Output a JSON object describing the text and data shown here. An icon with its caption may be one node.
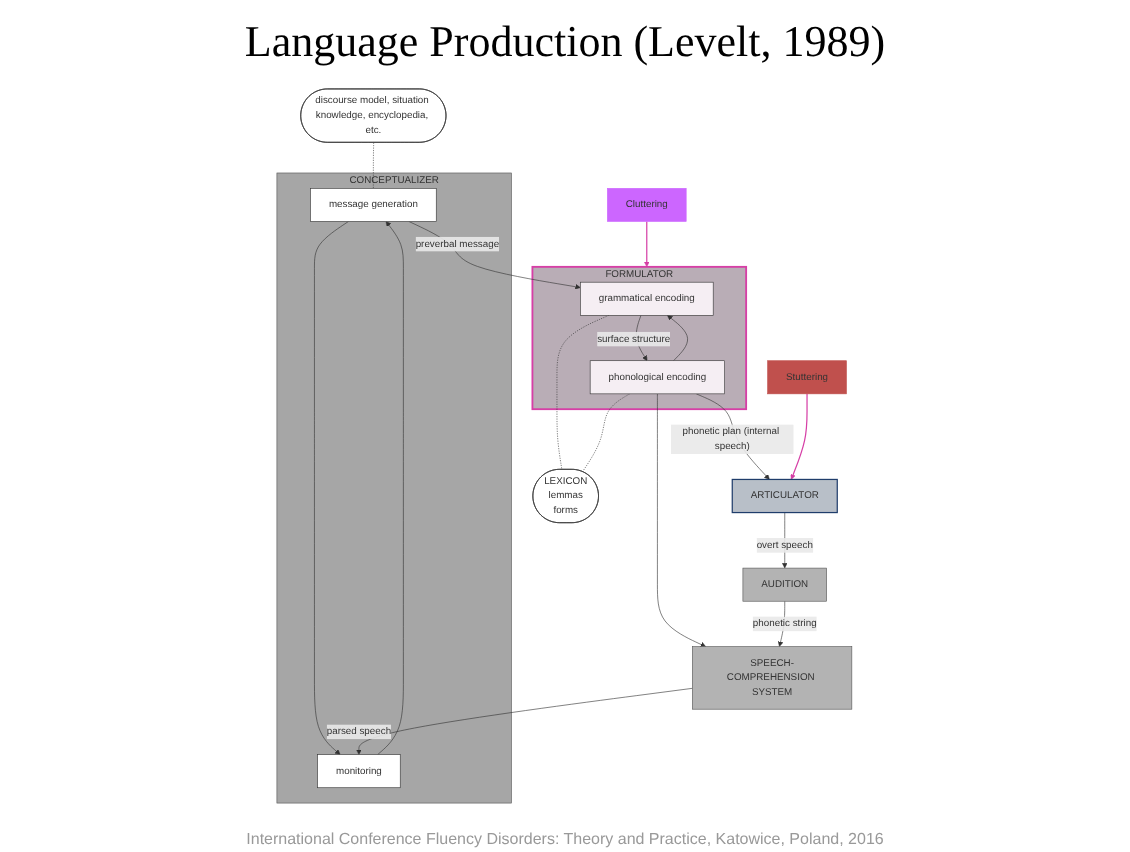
{
  "diagram": {
    "title": "Language Production (Levelt, 1989)",
    "caption": "International Conference Fluency Disorders: Theory and Practice, Katowice, Poland, 2016",
    "nodes": [
      {
        "text": [
          "CONCEPTUALIZER"
        ]
      },
      {
        "text": [
          "message generation"
        ],
        "in": 0
      },
      {
        "text": [
          "monitoring"
        ],
        "in": 0
      },
      {
        "text": [
          "discourse model, situation knowledge, encyclopedia, etc."
        ]
      },
      {
        "text": [
          "FORMULATOR"
        ]
      },
      {
        "text": [
          "grammatical encoding"
        ],
        "in": 4
      },
      {
        "text": [
          "phonological encoding"
        ],
        "in": 4
      },
      {
        "text": [
          "LEXICON",
          "lemmas",
          "forms"
        ]
      },
      {
        "text": [
          "SPEECH-COMPREHENSION SYSTEM"
        ]
      },
      {
        "text": [
          "ARTICULATOR"
        ]
      },
      {
        "text": [
          "AUDITION"
        ]
      },
      {
        "text": [
          "Cluttering"
        ]
      },
      {
        "text": [
          "Stuttering"
        ]
      }
    ],
    "edges": [
      {
        "from": 1,
        "to": 5,
        "arrow": "to",
        "label": "preverbal message"
      },
      {
        "from": 1,
        "to": 2,
        "arrow": "to"
      },
      {
        "from": 2,
        "to": 1,
        "arrow": "to"
      },
      {
        "from": 3,
        "to": 1,
        "arrow": "none",
        "style": "dashed"
      },
      {
        "from": 5,
        "to": 6,
        "arrow": "to",
        "label": "surface structure"
      },
      {
        "from": 6,
        "to": 5,
        "arrow": "to"
      },
      {
        "from": 5,
        "to": 7,
        "arrow": "none",
        "style": "dashed"
      },
      {
        "from": 6,
        "to": 7,
        "arrow": "none",
        "style": "dashed"
      },
      {
        "from": 6,
        "to": 9,
        "arrow": "to",
        "label": "phonetic plan (internal speech)"
      },
      {
        "from": 6,
        "to": 8,
        "arrow": "to"
      },
      {
        "from": 10,
        "to": 8,
        "arrow": "to",
        "label": "phonetic string"
      },
      {
        "from": 8,
        "to": 2,
        "arrow": "to",
        "label": "parsed speech"
      },
      {
        "from": 9,
        "to": 10,
        "arrow": "to",
        "label": "overt speech"
      },
      {
        "from": 11,
        "to": 4,
        "arrow": "to",
        "color": "#d63fa6"
      },
      {
        "from": 12,
        "to": 9,
        "arrow": "to",
        "color": "#d63fa6"
      }
    ]
  }
}
